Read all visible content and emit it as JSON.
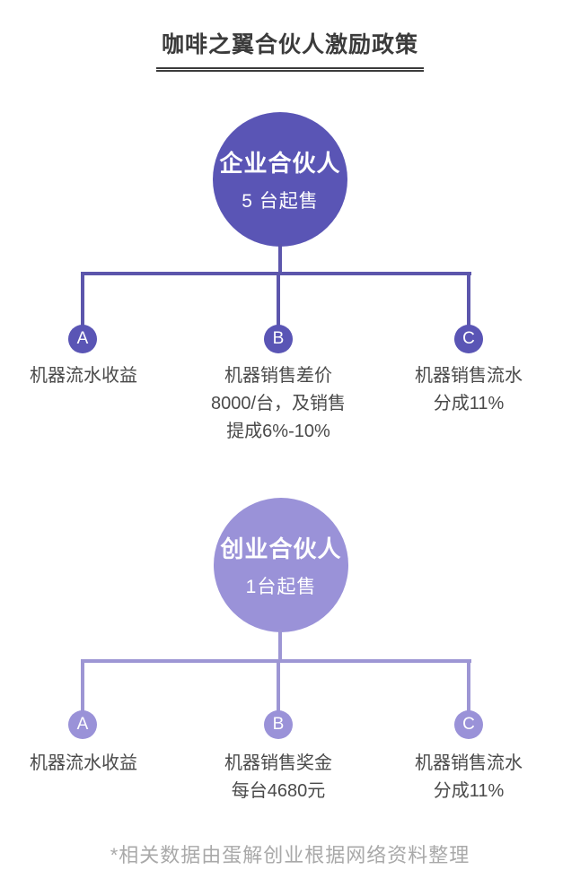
{
  "title": "咖啡之翼合伙人激励政策",
  "colors": {
    "background": "#ffffff",
    "primary": "#5a55b5",
    "primary_line": "#5c56ac",
    "secondary": "#9a92d8",
    "secondary_line": "#9d96d4",
    "text_dark": "#3b3b3b",
    "text_body": "#4a4a4a",
    "text_muted": "#a9a9a9"
  },
  "trees": [
    {
      "root": {
        "title": "企业合伙人",
        "subtitle": "5 台起售"
      },
      "branches": [
        {
          "label": "A",
          "lines": [
            "机器流水收益"
          ]
        },
        {
          "label": "B",
          "lines": [
            "机器销售差价",
            "8000/台，及销售",
            "提成6%-10%"
          ]
        },
        {
          "label": "C",
          "lines": [
            "机器销售流水",
            "分成11%"
          ]
        }
      ]
    },
    {
      "root": {
        "title": "创业合伙人",
        "subtitle": "1台起售"
      },
      "branches": [
        {
          "label": "A",
          "lines": [
            "机器流水收益"
          ]
        },
        {
          "label": "B",
          "lines": [
            "机器销售奖金",
            "每台4680元"
          ]
        },
        {
          "label": "C",
          "lines": [
            "机器销售流水",
            "分成11%"
          ]
        }
      ]
    }
  ],
  "footer": "*相关数据由蛋解创业根据网络资料整理"
}
